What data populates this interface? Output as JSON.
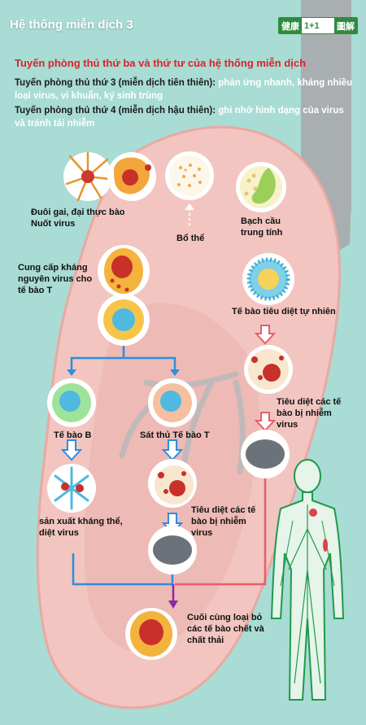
{
  "header": {
    "title": "Hệ thống miễn dịch 3",
    "brand": [
      "健康",
      "1+1",
      "圖解"
    ]
  },
  "intro": {
    "subtitle": "Tuyến phòng thủ thứ ba và thứ tư của hệ thống miễn dịch",
    "line3_key": "Tuyến phòng thủ thứ 3 (miễn dịch tiên thiên):",
    "line3_value": "phản ứng nhanh, kháng nhiều loại virus, vi khuẩn, ký sinh trùng",
    "line4_key": "Tuyến phòng thủ thứ 4 (miễn dịch hậu thiên):",
    "line4_value": "ghi nhớ hình dạng của virus và tránh tái nhiễm"
  },
  "labels": {
    "macrophage": "Đuôi gai, đại thực bào Nuốt virus",
    "complement": "Bổ thể",
    "neutrophil": "Bạch cầu trung tính",
    "antigen_present": "Cung cấp kháng nguyên virus cho tế bào T",
    "nk_cell": "Tế bào tiêu diệt tự nhiên",
    "kill_infected_right": "Tiêu diệt các tế bào bị nhiễm virus",
    "b_cell": "Tế bào B",
    "killer_t": "Sát thủ Tế bào T",
    "antibody": "sản xuất kháng thể, diệt virus",
    "kill_infected_mid": "Tiêu diệt các tế bào bị nhiễm virus",
    "final": "Cuối cùng loại bỏ các tế bào chết và chất thải"
  },
  "colors": {
    "background": "#a8dcd4",
    "lung": "#f2c5c0",
    "lung_inner": "#eab3ad",
    "trachea": "#a9aeb0",
    "arrow_blue": "#2d8de0",
    "arrow_pink": "#e75d6a",
    "arrow_purple": "#8b2aa3",
    "title_red": "#d8232a",
    "body_green": "#1f9a4a"
  }
}
